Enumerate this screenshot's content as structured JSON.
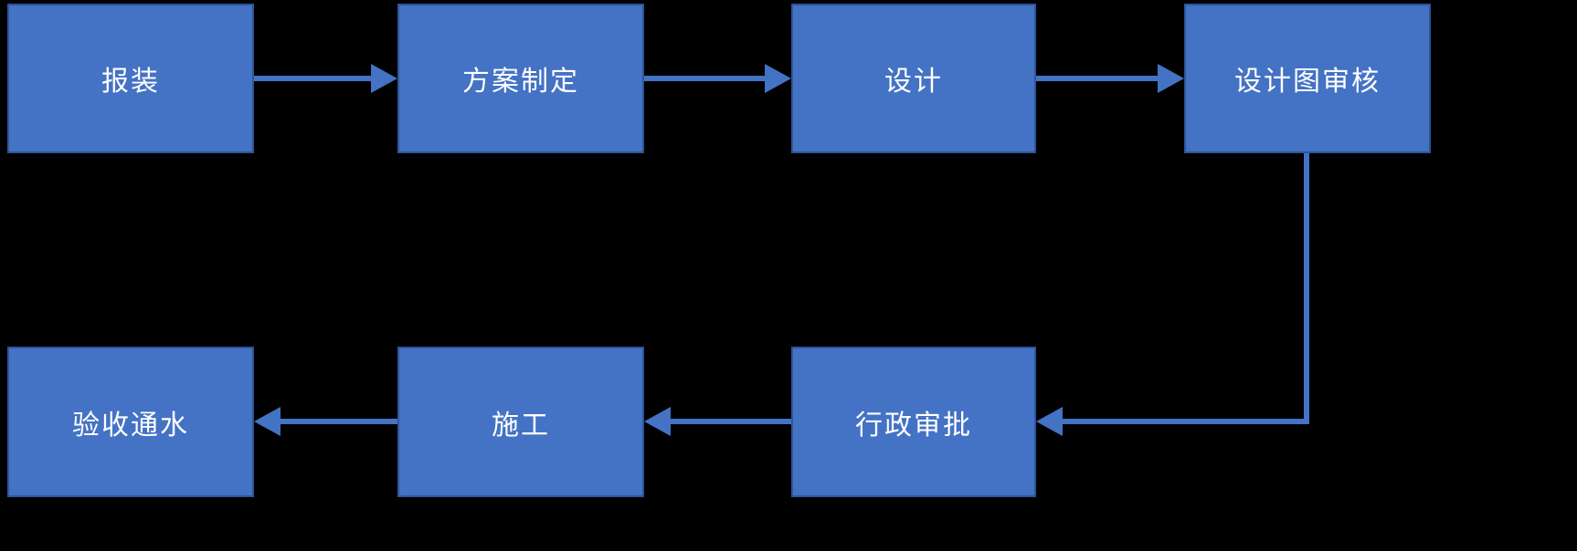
{
  "diagram": {
    "title": "water-supply-installation-process-flowchart",
    "colors": {
      "background": "#000000",
      "node_fill": "#4472C4",
      "node_border": "#2E5597",
      "node_text": "#FFFFFF",
      "arrow": "#4472C4"
    },
    "nodes": [
      {
        "id": "apply",
        "label": "报装"
      },
      {
        "id": "plan",
        "label": "方案制定"
      },
      {
        "id": "design",
        "label": "设计"
      },
      {
        "id": "design-review",
        "label": "设计图审核"
      },
      {
        "id": "admin-approval",
        "label": "行政审批"
      },
      {
        "id": "construction",
        "label": "施工"
      },
      {
        "id": "acceptance",
        "label": "验收通水"
      }
    ],
    "edges": [
      {
        "from": "apply",
        "to": "plan",
        "direction": "right"
      },
      {
        "from": "plan",
        "to": "design",
        "direction": "right"
      },
      {
        "from": "design",
        "to": "design-review",
        "direction": "right"
      },
      {
        "from": "design-review",
        "to": "admin-approval",
        "direction": "down-then-left"
      },
      {
        "from": "admin-approval",
        "to": "construction",
        "direction": "left"
      },
      {
        "from": "construction",
        "to": "acceptance",
        "direction": "left"
      }
    ]
  }
}
